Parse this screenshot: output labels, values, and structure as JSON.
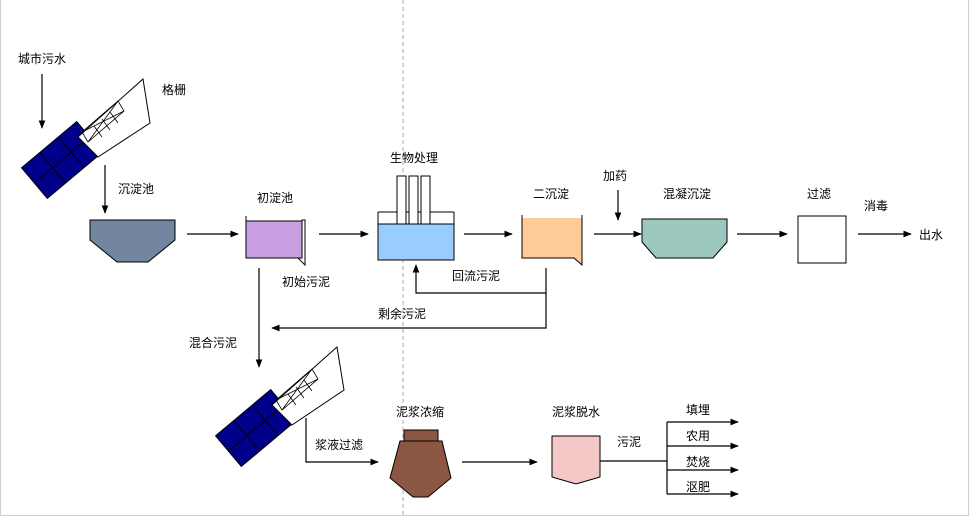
{
  "labels": {
    "source": "城市污水",
    "screen": "格栅",
    "settling_tank": "沉淀池",
    "primary_clarifier": "初淀池",
    "bio_treatment": "生物处理",
    "secondary_clarifier": "二沉淀",
    "dosing": "加药",
    "coag_settling": "混凝沉淀",
    "filtration": "过滤",
    "disinfection": "消毒",
    "effluent": "出水",
    "primary_sludge": "初始污泥",
    "return_sludge": "回流污泥",
    "excess_sludge": "剩余污泥",
    "mixed_sludge": "混合污泥",
    "slurry_filter": "浆液过滤",
    "sludge_thickening": "泥浆浓缩",
    "sludge_dewatering": "泥浆脱水",
    "sludge": "污泥",
    "disposal": [
      "填埋",
      "农用",
      "焚烧",
      "沤肥"
    ]
  },
  "colors": {
    "screen_drum": "#00008B",
    "settling_tank": "#7286A0",
    "primary_clarifier": "#C89FE0",
    "bio_tank": "#99CCFF",
    "secondary_clarifier": "#FFCC99",
    "coag_tank": "#9DC8C0",
    "thickener": "#8B5742",
    "dewatering": "#F5C8C8"
  }
}
